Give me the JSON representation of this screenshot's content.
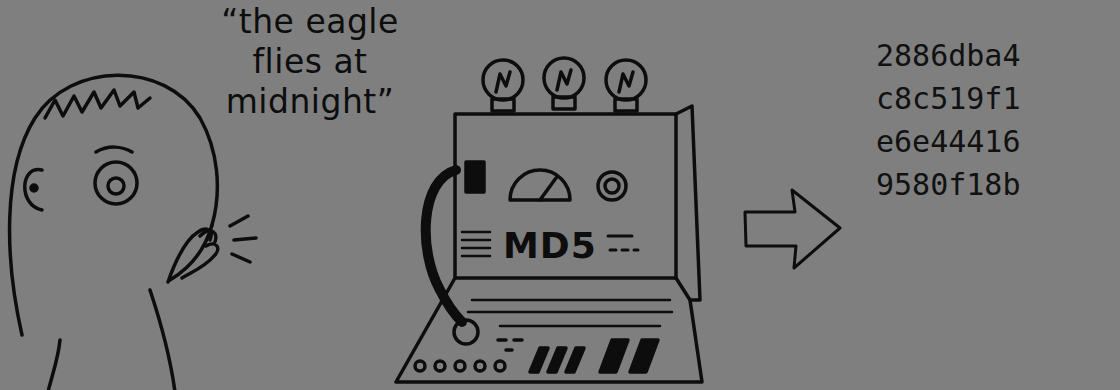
{
  "diagram": {
    "nodes": [
      {
        "text": [
          "MD5"
        ]
      }
    ],
    "labels": [
      "“the eagle flies at midnight”",
      "2886dba4 c8c519f1 e6e44416 9580f18b"
    ]
  }
}
